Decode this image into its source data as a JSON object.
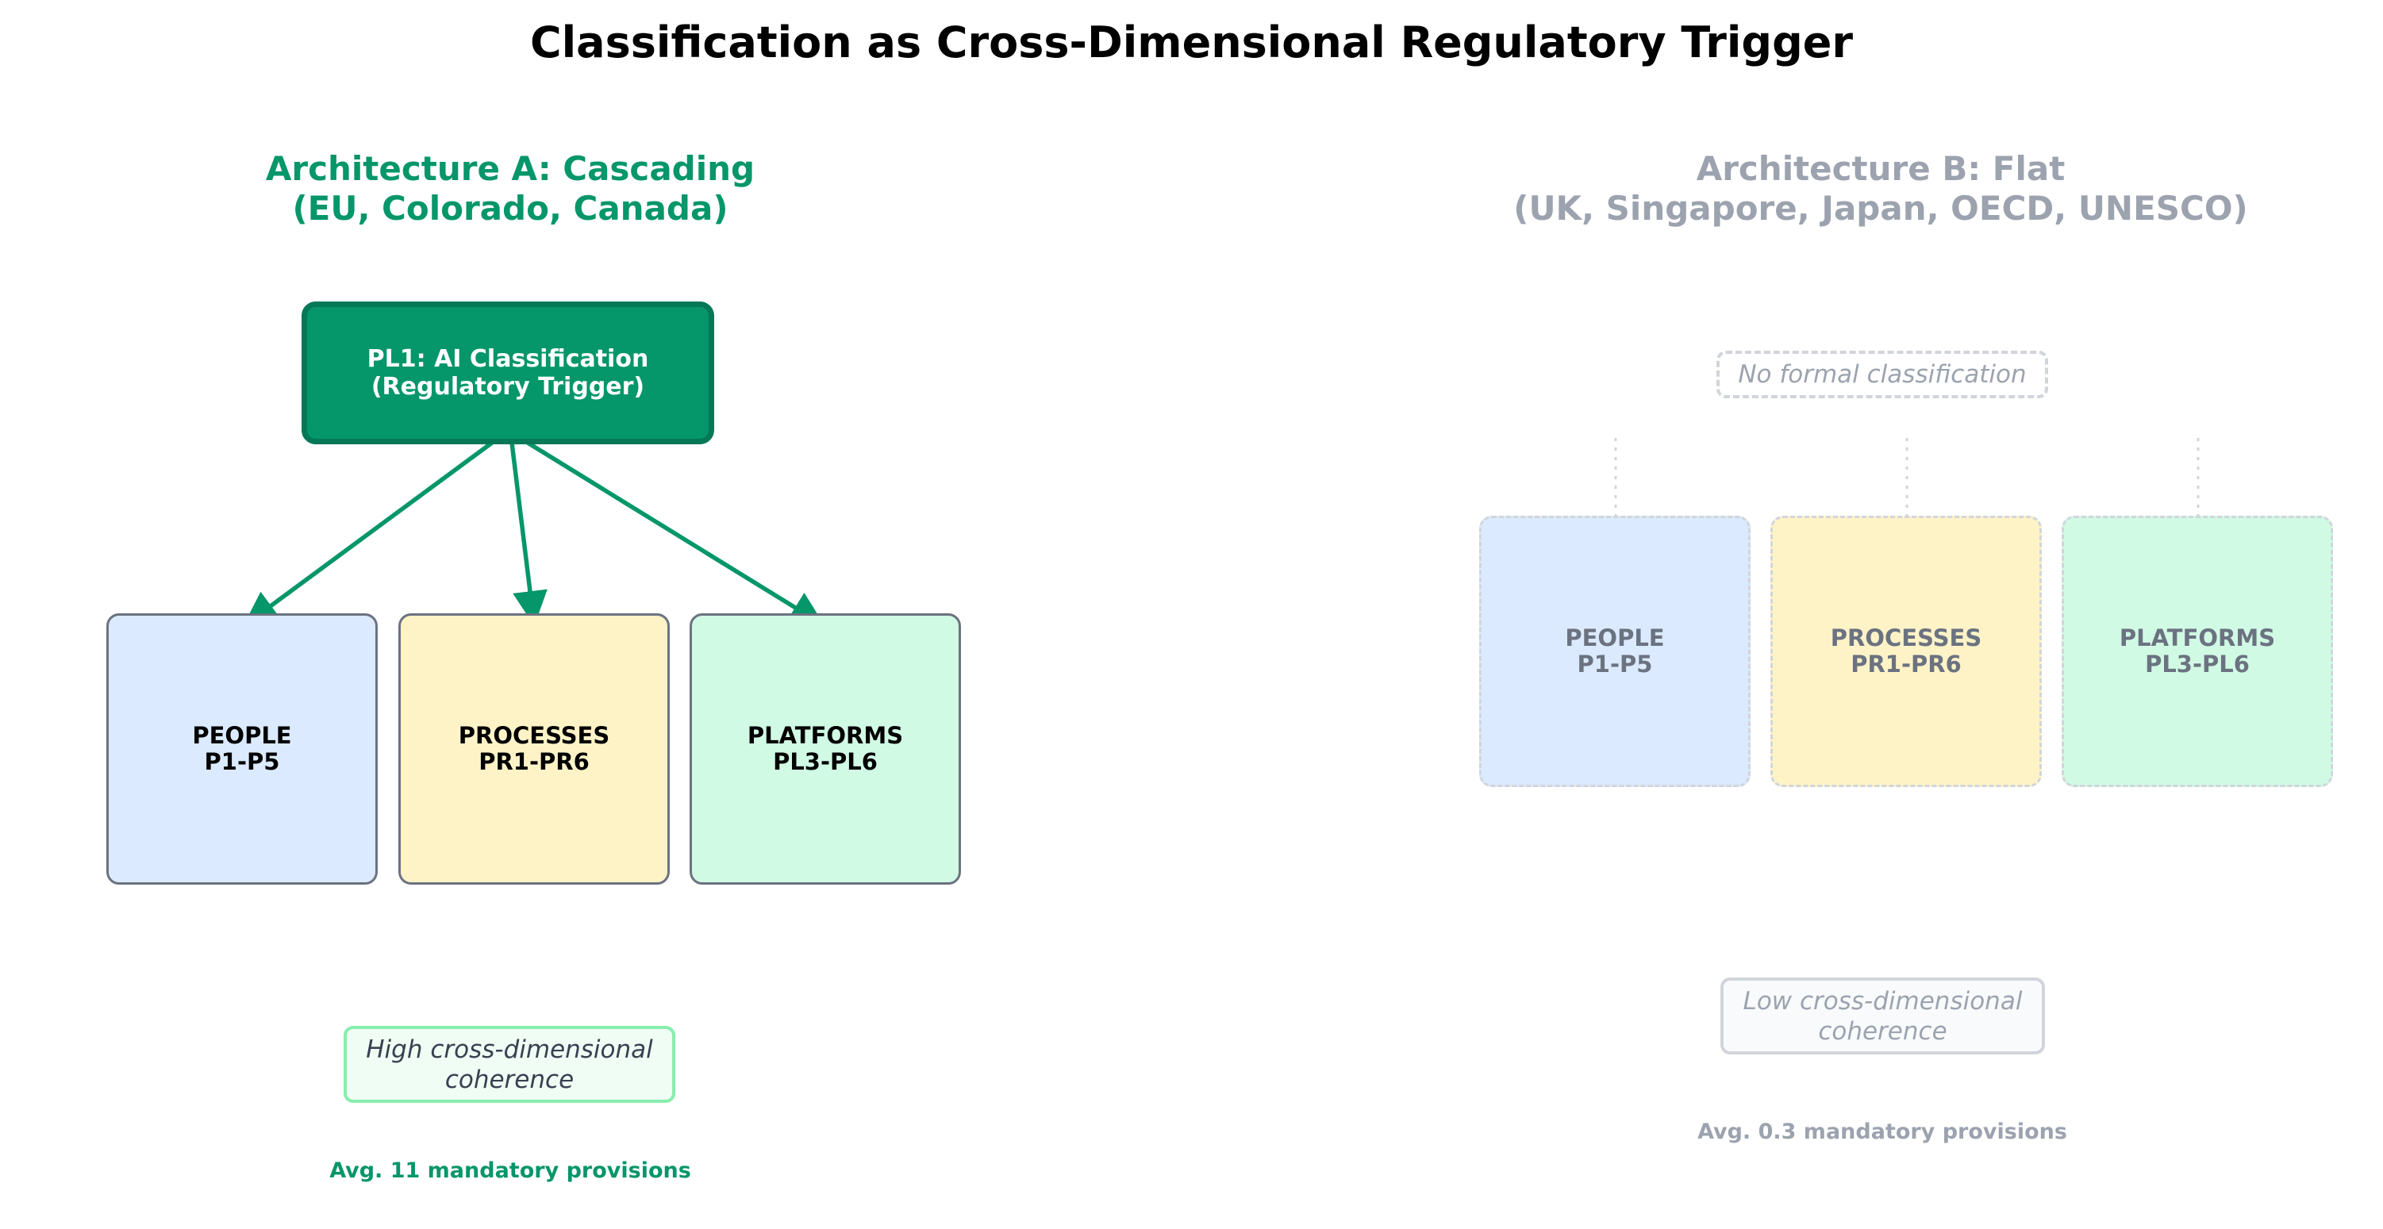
{
  "title": "Classification as Cross-Dimensional Regulatory Trigger",
  "architecture_a": {
    "title": "Architecture A: Cascading\n(EU, Colorado, Canada)",
    "trigger_label": "PL1: AI Classification\n(Regulatory Trigger)",
    "boxes": [
      {
        "label": "PEOPLE\nP1-P5"
      },
      {
        "label": "PROCESSES\nPR1-PR6"
      },
      {
        "label": "PLATFORMS\nPL3-PL6"
      }
    ],
    "coherence_label": "High cross-dimensional\ncoherence",
    "provisions_label": "Avg. 11 mandatory provisions"
  },
  "architecture_b": {
    "title": "Architecture B: Flat\n(UK, Singapore, Japan, OECD, UNESCO)",
    "classification_label": "No formal classification",
    "boxes": [
      {
        "label": "PEOPLE\nP1-P5"
      },
      {
        "label": "PROCESSES\nPR1-PR6"
      },
      {
        "label": "PLATFORMS\nPL3-PL6"
      }
    ],
    "coherence_label": "Low cross-dimensional\ncoherence",
    "provisions_label": "Avg. 0.3 mandatory provisions"
  },
  "colors": {
    "accent_green": "#059669",
    "muted_gray": "#9ca3af",
    "people": "#dbeafe",
    "processes": "#fef3c7",
    "platforms": "#d1fae5"
  }
}
